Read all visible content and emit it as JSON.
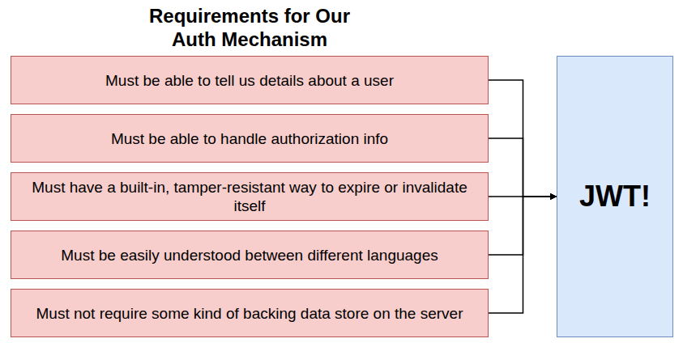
{
  "diagram": {
    "title": "Requirements for Our Auth Mechanism",
    "nodes": [
      {
        "text": [
          "Must be able to tell us details about a user"
        ]
      },
      {
        "text": [
          "Must be able to handle authorization info"
        ]
      },
      {
        "text": [
          "Must have a built-in, tamper-resistant way to expire or invalidate itself"
        ]
      },
      {
        "text": [
          "Must be easily understood between different languages"
        ]
      },
      {
        "text": [
          "Must not require some kind of backing data store on the server"
        ]
      },
      {
        "text": [
          "JWT!"
        ]
      }
    ],
    "edges": [
      {
        "from": 0,
        "to": 5,
        "arrow": "to"
      },
      {
        "from": 1,
        "to": 5,
        "arrow": "to"
      },
      {
        "from": 2,
        "to": 5,
        "arrow": "to"
      },
      {
        "from": 3,
        "to": 5,
        "arrow": "to"
      },
      {
        "from": 4,
        "to": 5,
        "arrow": "to"
      }
    ]
  }
}
